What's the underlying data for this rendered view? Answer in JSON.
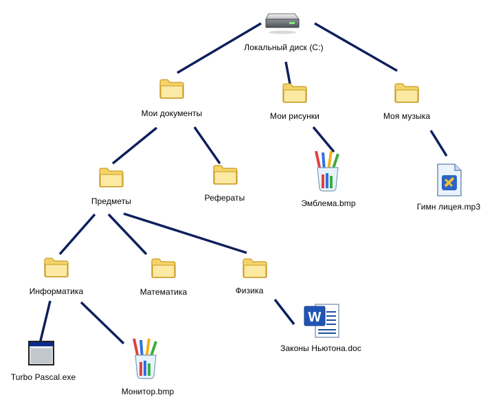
{
  "colors": {
    "connector": "#0d1f5c",
    "folder_fill": "#f7dc6f",
    "folder_edge": "#d4a017"
  },
  "nodes": {
    "drive": {
      "label": "Локальный диск (C:)",
      "icon": "hard-drive-icon"
    },
    "my_docs": {
      "label": "Мои документы",
      "icon": "folder-icon"
    },
    "my_pics": {
      "label": "Мои рисунки",
      "icon": "folder-icon"
    },
    "my_music": {
      "label": "Моя музыка",
      "icon": "folder-icon"
    },
    "subjects": {
      "label": "Предметы",
      "icon": "folder-icon"
    },
    "reports": {
      "label": "Рефераты",
      "icon": "folder-icon"
    },
    "emblem": {
      "label": "Эмблема.bmp",
      "icon": "paint-bitmap-icon"
    },
    "anthem": {
      "label": "Гимн лицея.mp3",
      "icon": "audio-file-icon"
    },
    "informatics": {
      "label": "Информатика",
      "icon": "folder-icon"
    },
    "math": {
      "label": "Математика",
      "icon": "folder-icon"
    },
    "physics": {
      "label": "Физика",
      "icon": "folder-icon"
    },
    "turbo": {
      "label": "Turbo Pascal.exe",
      "icon": "application-window-icon"
    },
    "monitor": {
      "label": "Монитор.bmp",
      "icon": "paint-bitmap-icon"
    },
    "newton": {
      "label": "Законы Ньютона.doc",
      "icon": "word-document-icon"
    }
  }
}
